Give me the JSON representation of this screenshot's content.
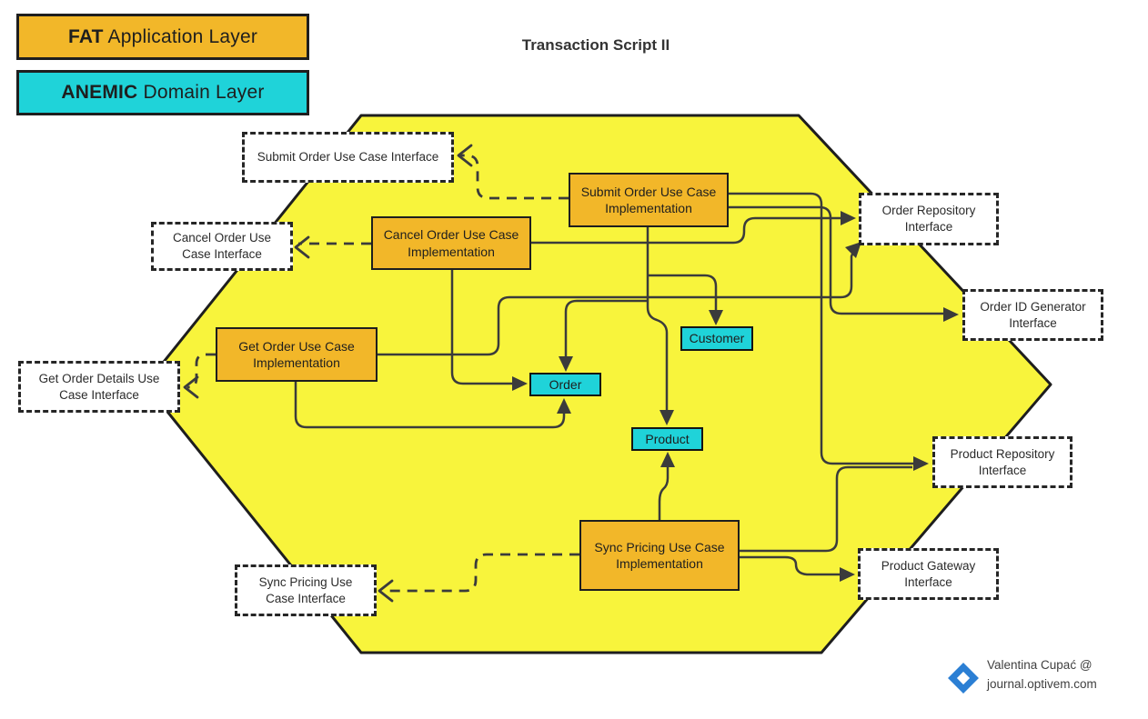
{
  "title": "Transaction Script II",
  "legend": {
    "fat_bold": "FAT",
    "fat_rest": " Application Layer",
    "anemic_bold": "ANEMIC",
    "anemic_rest": " Domain Layer"
  },
  "diagram": {
    "implementations": [
      {
        "id": "submit-order-impl",
        "label": "Submit Order Use Case Implementation"
      },
      {
        "id": "cancel-order-impl",
        "label": "Cancel Order Use Case Implementation"
      },
      {
        "id": "get-order-impl",
        "label": "Get Order Use Case Implementation"
      },
      {
        "id": "sync-pricing-impl",
        "label": "Sync Pricing Use Case Implementation"
      }
    ],
    "entities": [
      {
        "id": "customer",
        "label": "Customer"
      },
      {
        "id": "order",
        "label": "Order"
      },
      {
        "id": "product",
        "label": "Product"
      }
    ],
    "interfaces": [
      {
        "id": "submit-order-interface",
        "label": "Submit Order Use Case Interface"
      },
      {
        "id": "cancel-order-interface",
        "label": "Cancel Order Use Case Interface"
      },
      {
        "id": "get-order-details-interface",
        "label": "Get Order Details Use Case Interface"
      },
      {
        "id": "sync-pricing-interface",
        "label": "Sync Pricing Use Case Interface"
      },
      {
        "id": "order-repository-interface",
        "label": "Order Repository Interface"
      },
      {
        "id": "order-id-generator-interface",
        "label": "Order ID Generator Interface"
      },
      {
        "id": "product-repository-interface",
        "label": "Product Repository Interface"
      },
      {
        "id": "product-gateway-interface",
        "label": "Product Gateway Interface"
      }
    ]
  },
  "attribution": {
    "line1": "Valentina Cupać @",
    "line2": "journal.optivem.com"
  },
  "colors": {
    "application_layer": "#f2b729",
    "domain_layer": "#1fd3d9",
    "hexagon": "#f8f43c",
    "connector": "#3b3b3b",
    "border": "#1e1e1e",
    "attribution_blue": "#2b7fd4"
  }
}
